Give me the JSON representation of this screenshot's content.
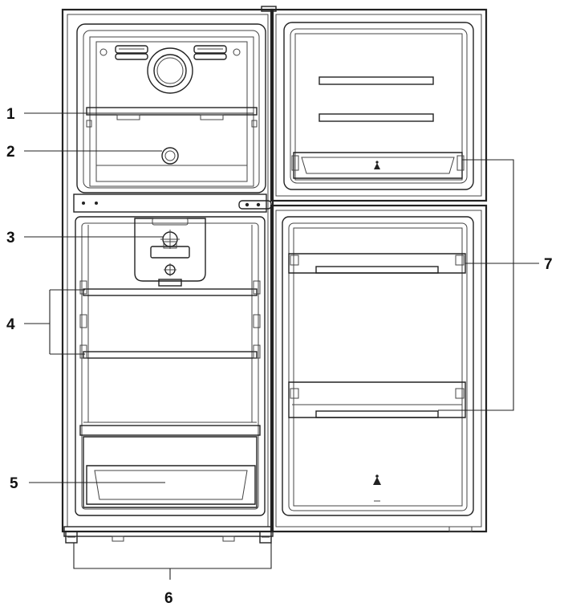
{
  "diagram": {
    "callouts": [
      {
        "id": "1",
        "label": "1"
      },
      {
        "id": "2",
        "label": "2"
      },
      {
        "id": "3",
        "label": "3"
      },
      {
        "id": "4",
        "label": "4"
      },
      {
        "id": "5",
        "label": "5"
      },
      {
        "id": "6",
        "label": "6"
      },
      {
        "id": "7",
        "label": "7"
      }
    ],
    "icons": [
      "refrigerator-icon",
      "ice-tray-icon",
      "fan-icon",
      "thermostat-knob-icon",
      "door-logo-icon"
    ],
    "colors": {
      "line": "#222222",
      "background": "#ffffff"
    }
  }
}
